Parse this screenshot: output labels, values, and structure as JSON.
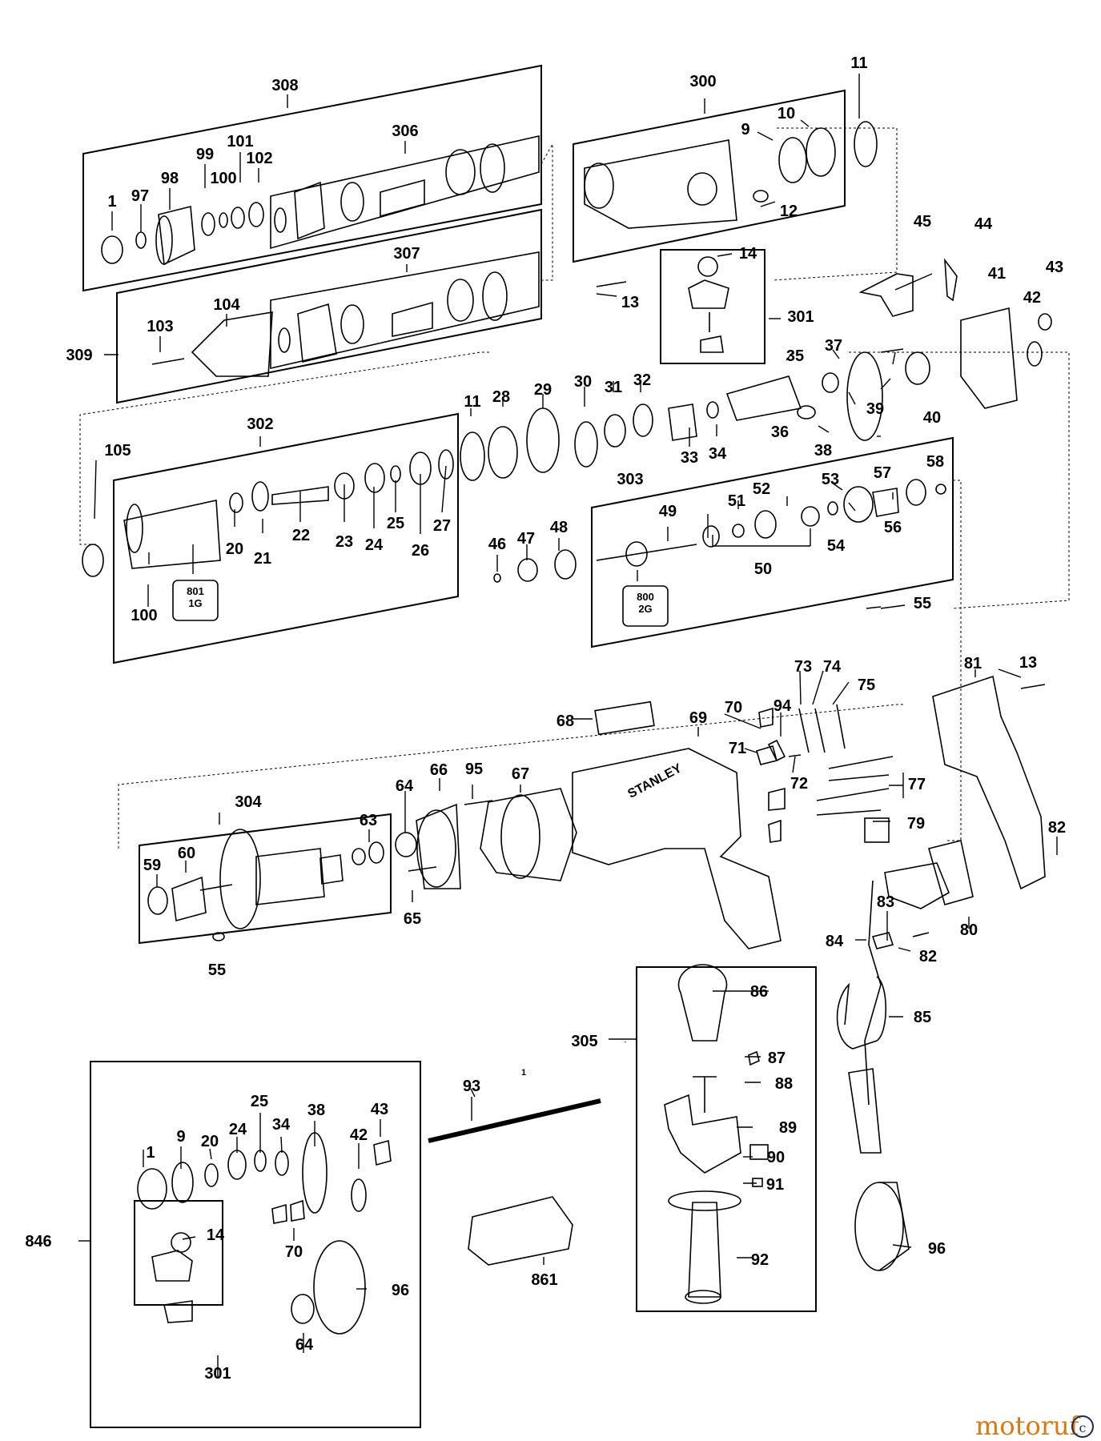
{
  "labels": {
    "l1a": "1",
    "l1b": "1",
    "l1c": "1",
    "l9a": "9",
    "l9b": "9",
    "l10": "10",
    "l11a": "11",
    "l11b": "11",
    "l12": "12",
    "l13a": "13",
    "l13b": "13",
    "l14a": "14",
    "l14b": "14",
    "l20a": "20",
    "l20b": "20",
    "l21": "21",
    "l22": "22",
    "l23": "23",
    "l24a": "24",
    "l24b": "24",
    "l25a": "25",
    "l25b": "25",
    "l26": "26",
    "l27": "27",
    "l28": "28",
    "l29": "29",
    "l30": "30",
    "l31": "31",
    "l32": "32",
    "l33": "33",
    "l34a": "34",
    "l34b": "34",
    "l35": "35",
    "l36": "36",
    "l37": "37",
    "l38a": "38",
    "l38b": "38",
    "l39": "39",
    "l40": "40",
    "l41": "41",
    "l42a": "42",
    "l42b": "42",
    "l43a": "43",
    "l43b": "43",
    "l44": "44",
    "l45": "45",
    "l46": "46",
    "l47": "47",
    "l48": "48",
    "l49": "49",
    "l50": "50",
    "l51": "51",
    "l52": "52",
    "l53": "53",
    "l54": "54",
    "l55a": "55",
    "l55b": "55",
    "l56": "56",
    "l57": "57",
    "l58": "58",
    "l59": "59",
    "l60": "60",
    "l63": "63",
    "l64a": "64",
    "l64b": "64",
    "l65": "65",
    "l66": "66",
    "l67": "67",
    "l68": "68",
    "l69": "69",
    "l70a": "70",
    "l70b": "70",
    "l71": "71",
    "l72": "72",
    "l73": "73",
    "l74": "74",
    "l75": "75",
    "l77": "77",
    "l79": "79",
    "l80": "80",
    "l81": "81",
    "l82a": "82",
    "l82b": "82",
    "l83": "83",
    "l84": "84",
    "l85": "85",
    "l86": "86",
    "l87": "87",
    "l88": "88",
    "l89": "89",
    "l90": "90",
    "l91": "91",
    "l92": "92",
    "l93": "93",
    "l94": "94",
    "l95": "95",
    "l96a": "96",
    "l96b": "96",
    "l97": "97",
    "l98": "98",
    "l99": "99",
    "l100a": "100",
    "l100b": "100",
    "l101": "101",
    "l102": "102",
    "l103": "103",
    "l104": "104",
    "l105": "105",
    "l300": "300",
    "l301a": "301",
    "l301b": "301",
    "l302": "302",
    "l303": "303",
    "l304": "304",
    "l305": "305",
    "l306": "306",
    "l307": "307",
    "l308": "308",
    "l309": "309",
    "l846": "846",
    "l861": "861"
  },
  "tags": {
    "t801a": "801",
    "t801b": "1G",
    "t800a": "800",
    "t800b": "2G"
  },
  "brand": {
    "tool": "STANLEY"
  },
  "watermark": {
    "main": "motoruf",
    "badge": "c"
  }
}
